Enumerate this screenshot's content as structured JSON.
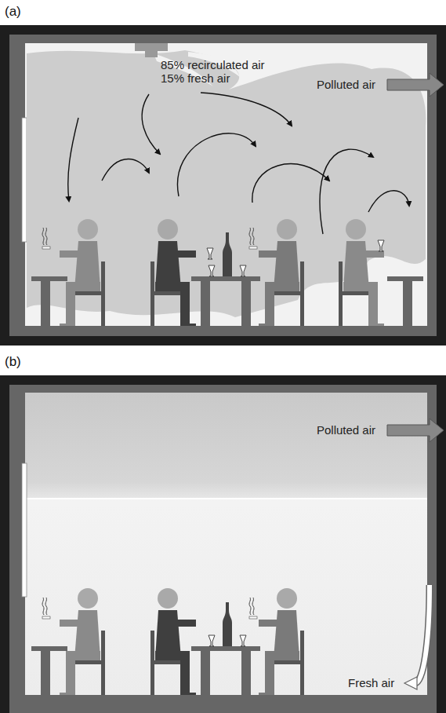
{
  "diagram": {
    "labels": [
      "(a)",
      "85% recirculated air",
      "15% fresh air",
      "Polluted air",
      "(b)",
      "Polluted air",
      "Fresh air"
    ]
  }
}
